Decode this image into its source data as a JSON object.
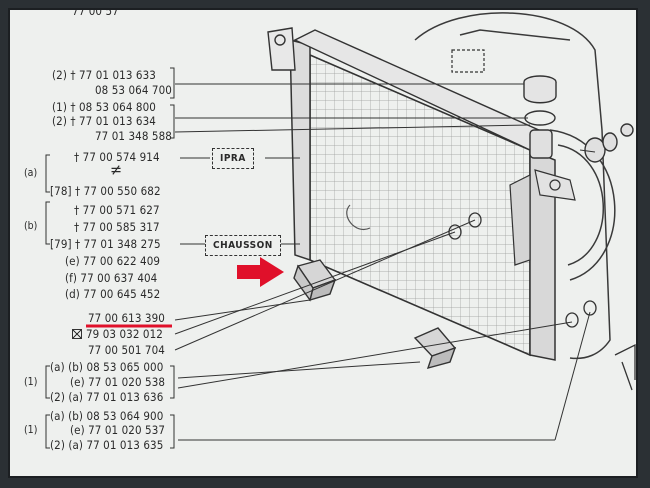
{
  "parts": {
    "top_cut": "77 00 57",
    "p1": "(2) † 77 01 013 633",
    "p2": "08 53 064 700",
    "p3": "(1) † 08 53 064 800",
    "p4": "(2) † 77 01 013 634",
    "p5": "77 01 348 588",
    "p6": "† 77 00 574 914",
    "sym_noteq": "≠",
    "p7": "[78] † 77 00 550 682",
    "p8": "† 77 00 571 627",
    "p9": "† 77 00 585 317",
    "p10": "[79] † 77 01 348 275",
    "p11": "(e) 77 00 622 409",
    "p12": "(f) 77 00 637 404",
    "p13": "(d) 77 00 645 452",
    "p14": "77 00 613 390",
    "p15": "79 03 032 012",
    "p16": "77 00 501 704",
    "p17": "(b) 08 53 065 000",
    "p18": "(e) 77 01 020 538",
    "p19": "(2) (a) 77 01 013 636",
    "p20": "(b) 08 53 064 900",
    "p21": "(e) 77 01 020 537",
    "p22": "(2) (a) 77 01 013 635",
    "grp_a": "(a)",
    "grp_b": "(b)",
    "grp_1a": "(1)",
    "grp_1a_a": "(a)",
    "grp_1b": "(1)",
    "grp_1b_a": "(a)"
  },
  "tags": {
    "ipra": "IPRA",
    "chausson": "CHAUSSON"
  },
  "colors": {
    "highlight": "#e0102a",
    "ink": "#2a2a2a",
    "paper": "#eef0ee"
  }
}
